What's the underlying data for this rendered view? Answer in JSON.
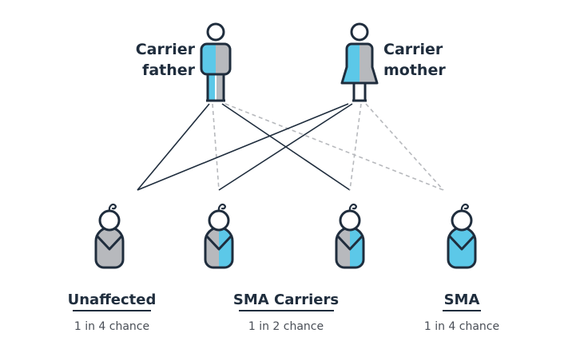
{
  "colors": {
    "outline": "#1f2d3d",
    "affected": "#5cc8e8",
    "unaffected": "#b7b9bd",
    "dashed_link": "#b7b9bd"
  },
  "parents": {
    "father": {
      "label_line1": "Carrier",
      "label_line2": "father",
      "icon": "male-person-icon"
    },
    "mother": {
      "label_line1": "Carrier",
      "label_line2": "mother",
      "icon": "female-person-icon"
    }
  },
  "outcomes": [
    {
      "title": "Unaffected",
      "chance": "1 in 4 chance"
    },
    {
      "title": "SMA Carriers",
      "chance": "1 in 2 chance"
    },
    {
      "title": "SMA",
      "chance": "1 in 4 chance"
    }
  ],
  "babies": [
    {
      "icon": "baby-unaffected-icon",
      "fill": "unaffected"
    },
    {
      "icon": "baby-carrier-icon",
      "fill": "carrier"
    },
    {
      "icon": "baby-carrier-icon",
      "fill": "carrier"
    },
    {
      "icon": "baby-affected-icon",
      "fill": "affected"
    }
  ]
}
